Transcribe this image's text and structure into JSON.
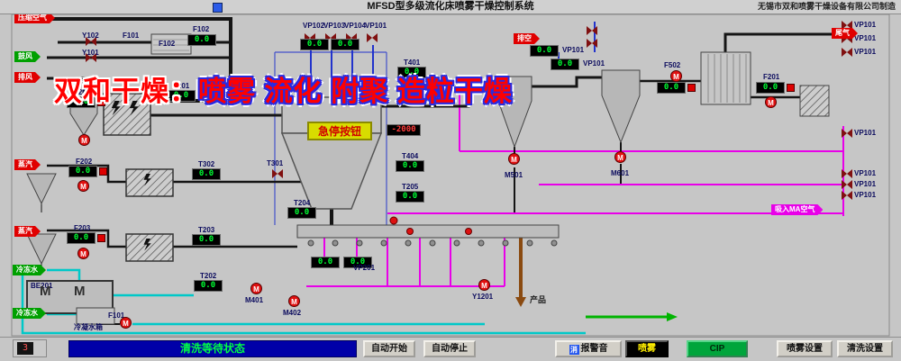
{
  "titlebar": {
    "title": "MFSD型多级流化床喷雾干燥控制系统",
    "manufacturer": "无锡市双和喷雾干燥设备有限公司制造"
  },
  "watermark": {
    "part1": "双和干燥：",
    "part2": "喷雾 流化 附聚 造粒干燥"
  },
  "tower": {
    "estop_label": "急停按钮"
  },
  "glyphs": {
    "motor": "M"
  },
  "displays": [
    {
      "label": "F102",
      "value": "0.0"
    },
    {
      "label": "",
      "value": "0.0"
    },
    {
      "label": "",
      "value": "0.0"
    },
    {
      "label": "T401",
      "value": "0.0"
    },
    {
      "label": "",
      "value": "-2000"
    },
    {
      "label": "VP101",
      "value": "0.0"
    },
    {
      "label": "VP101",
      "value": "0.0"
    },
    {
      "label": "F502",
      "value": "0.0"
    },
    {
      "label": "F201",
      "value": "0.0"
    },
    {
      "label": "F201",
      "value": "0.0"
    },
    {
      "label": "T201",
      "value": "0.0"
    },
    {
      "label": "F202",
      "value": "0.0"
    },
    {
      "label": "T302",
      "value": "0.0"
    },
    {
      "label": "F203",
      "value": "0.0"
    },
    {
      "label": "T203",
      "value": "0.0"
    },
    {
      "label": "T202",
      "value": "0.0"
    },
    {
      "label": "T204",
      "value": "0.0"
    },
    {
      "label": "T404",
      "value": "0.0"
    },
    {
      "label": "T205",
      "value": "0.0"
    },
    {
      "label": "",
      "value": "0.0"
    },
    {
      "label": "",
      "value": "0.0"
    }
  ],
  "tags": [
    {
      "text": "压缩空气",
      "color": "red"
    },
    {
      "text": "鼓风",
      "color": "green"
    },
    {
      "text": "排风",
      "color": "red"
    },
    {
      "text": "蒸汽",
      "color": "red"
    },
    {
      "text": "蒸汽",
      "color": "red"
    },
    {
      "text": "冷冻水",
      "color": "green"
    },
    {
      "text": "冷冻水",
      "color": "green"
    },
    {
      "text": "排空",
      "color": "red"
    },
    {
      "text": "尾气",
      "color": "red"
    },
    {
      "text": "吸入MA空气",
      "color": "magenta"
    }
  ],
  "labels": [
    "VP102",
    "VP103",
    "VP104",
    "VP101",
    "Y102",
    "F101",
    "Y101",
    "F102",
    "T301",
    "VP201",
    "M501",
    "M601",
    "M401",
    "M402",
    "Y1201",
    "F101",
    "BE201",
    "冷凝水箱",
    "产品",
    "M",
    "M"
  ],
  "right_valve_label": "VP101",
  "statusbar": {
    "indicator": "3",
    "status": "清洗等待状态",
    "auto_start": "自动开始",
    "auto_stop": "自动停止",
    "alarm_mute_icon": "消",
    "alarm_mute": "报警音",
    "spray": "喷雾",
    "cip": "CIP",
    "spray_settings": "喷雾设置",
    "clean_settings": "清洗设置"
  }
}
